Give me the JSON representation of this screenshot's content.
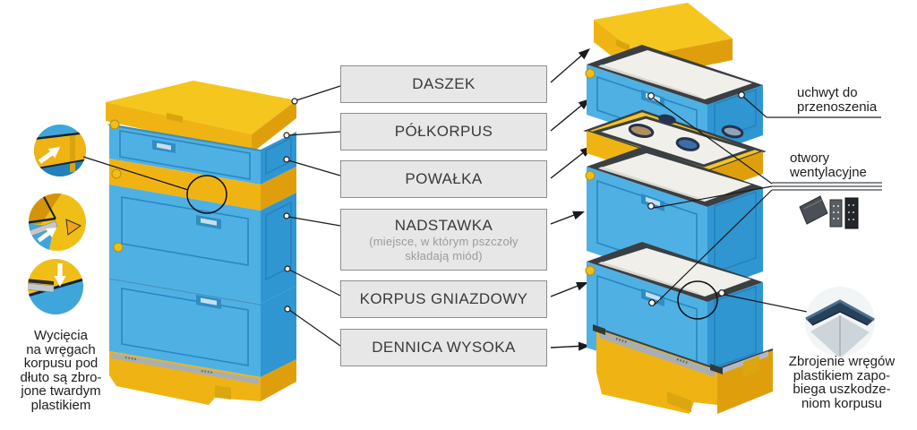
{
  "labels": [
    {
      "title": "DASZEK"
    },
    {
      "title": "PÓŁKORPUS"
    },
    {
      "title": "POWAŁKA"
    },
    {
      "title": "NADSTAWKA",
      "sub1": "(miejsce, w którym pszczoły",
      "sub2": "składają miód)"
    },
    {
      "title": "KORPUS GNIAZDOWY"
    },
    {
      "title": "DENNICA WYSOKA"
    }
  ],
  "left_note": {
    "l0": "Wycięcia",
    "l1": "na wręgach",
    "l2": "korpusu pod",
    "l3": "dłuto są zbro-",
    "l4": "jone twardym",
    "l5": "plastikiem"
  },
  "annotations": {
    "handle": {
      "l1": "uchwyt do",
      "l2": "przenoszenia"
    },
    "vents": {
      "l1": "otwory",
      "l2": "wentylacyjne"
    },
    "reinforcement": {
      "l0": "Zbrojenie wręgów",
      "l1": "plastikiem zapo-",
      "l2": "biega uszkodze-",
      "l3": "niom korpusu"
    }
  },
  "icons": {
    "white_arrow_up_right": "arrow showing reinforced hive-body rebate",
    "white_arrow_down": "arrow showing chisel notch",
    "leader_dot": "small circular leader marker"
  },
  "colors": {
    "hive_yellow_top": "#f5c61d",
    "hive_yellow_front": "#efb414",
    "hive_yellow_side": "#df9f0d",
    "hive_blue_front": "#4fb0e4",
    "hive_blue_side": "#2f96d2",
    "interior_white": "#f0efe9",
    "rim_dark": "#3a3f44",
    "entrance_gray": "#a9aeb2",
    "label_bg": "#e7e7e7",
    "label_border": "#8e8e8e",
    "label_text": "#3a3a3a",
    "subtitle_text": "#9b9b9b",
    "note_text": "#1d1d1d",
    "line_color": "#1a1a1a"
  }
}
